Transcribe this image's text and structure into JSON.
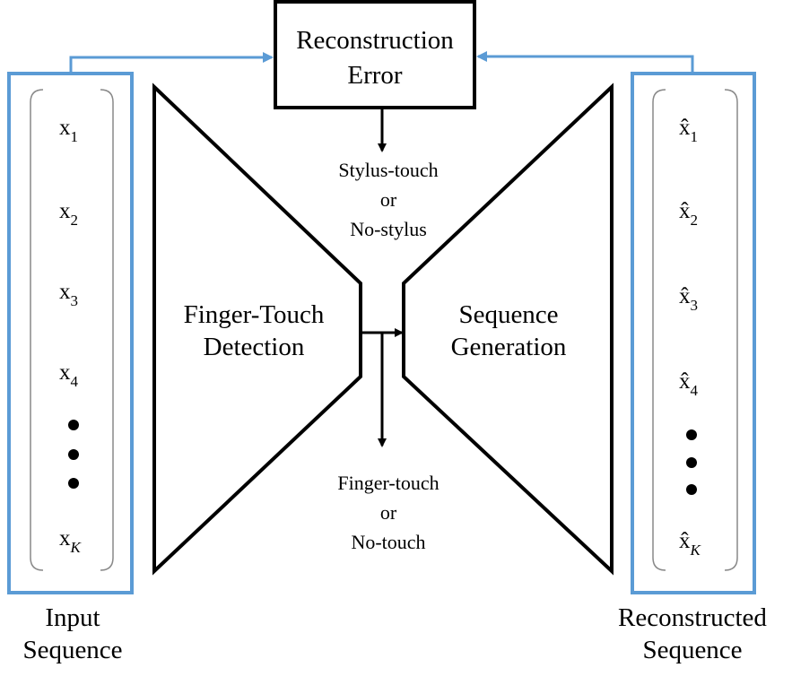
{
  "error_box": {
    "line1": "Reconstruction",
    "line2": "Error"
  },
  "encoder": {
    "line1": "Finger-Touch",
    "line2": "Detection"
  },
  "decoder": {
    "line1": "Sequence",
    "line2": "Generation"
  },
  "stylus_output": {
    "line1": "Stylus-touch",
    "line2": "or",
    "line3": "No-stylus"
  },
  "finger_output": {
    "line1": "Finger-touch",
    "line2": "or",
    "line3": "No-touch"
  },
  "input": {
    "label_line1": "Input",
    "label_line2": "Sequence",
    "items": [
      {
        "base": "x",
        "sub": "1"
      },
      {
        "base": "x",
        "sub": "2"
      },
      {
        "base": "x",
        "sub": "3"
      },
      {
        "base": "x",
        "sub": "4"
      },
      {
        "base": "x",
        "sub": "K"
      }
    ]
  },
  "output": {
    "label_line1": "Reconstructed",
    "label_line2": "Sequence",
    "items": [
      {
        "base": "x̂",
        "sub": "1"
      },
      {
        "base": "x̂",
        "sub": "2"
      },
      {
        "base": "x̂",
        "sub": "3"
      },
      {
        "base": "x̂",
        "sub": "4"
      },
      {
        "base": "x̂",
        "sub": "K"
      }
    ]
  },
  "colors": {
    "accent_blue": "#5B9BD5",
    "outline": "#000000",
    "bracket": "#888888"
  }
}
